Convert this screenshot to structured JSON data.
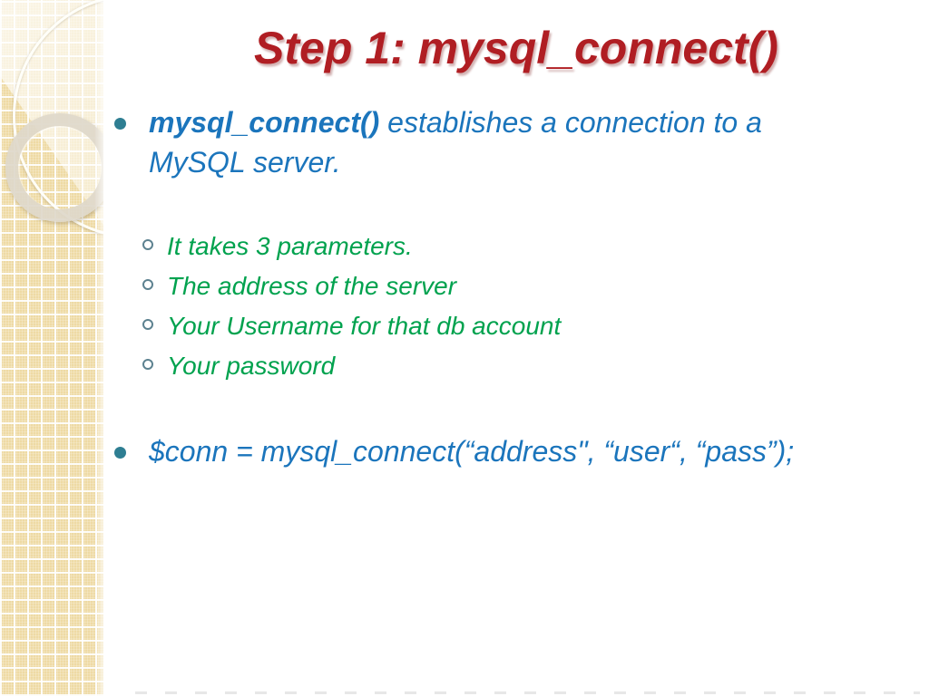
{
  "slide": {
    "title": "Step 1: mysql_connect()",
    "bullet1": {
      "lead": "mysql_connect()",
      "rest": " establishes a connection to a MySQL server."
    },
    "sub_bullets": [
      "It takes 3 parameters.",
      "The address of the server",
      "Your Username for that db account",
      "Your password"
    ],
    "bullet2": "$conn = mysql_connect(“address\", “user“, “pass”);"
  },
  "colors": {
    "title_red": "#b01e23",
    "body_blue": "#1b75bc",
    "sub_green": "#00a24e",
    "bullet_teal": "#2e7e92",
    "sidebar_tan": "#eedaa4"
  }
}
